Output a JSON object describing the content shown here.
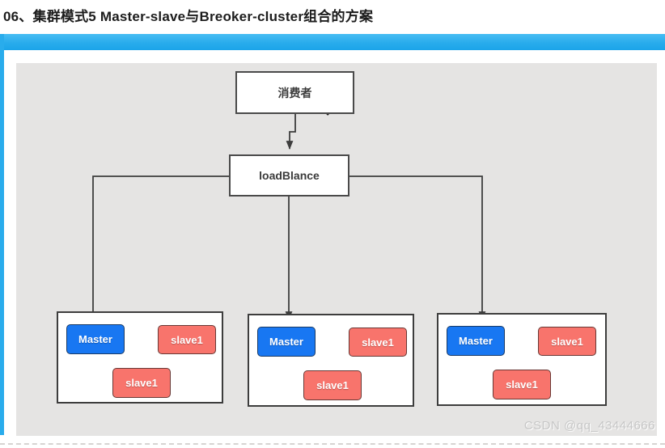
{
  "title": "06、集群模式5 Master-slave与Breoker-cluster组合的方案",
  "watermark": "CSDN @qq_43444666",
  "colors": {
    "frame_blue": "#29ACEC",
    "panel_bg": "#E5E4E3",
    "master_fill": "#1877F2",
    "slave_fill": "#F8746C",
    "line_color": "#3D3D3D"
  },
  "icons": {
    "zoom_cursor": "zoom-in-magnifier-cursor"
  },
  "diagram": {
    "consumer": {
      "label": "消费者"
    },
    "load_balancer": {
      "label": "loadBlance"
    },
    "clusters": [
      {
        "master_label": "Master",
        "slave_right_label": "slave1",
        "slave_bottom_label": "slave1"
      },
      {
        "master_label": "Master",
        "slave_right_label": "slave1",
        "slave_bottom_label": "slave1"
      },
      {
        "master_label": "Master",
        "slave_right_label": "slave1",
        "slave_bottom_label": "slave1"
      }
    ]
  }
}
